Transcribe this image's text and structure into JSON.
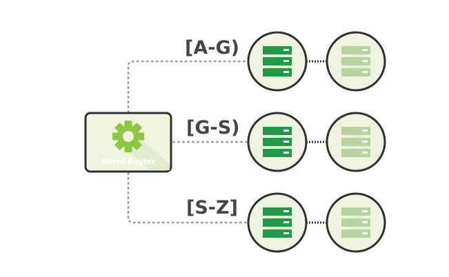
{
  "router": {
    "label": "Shard Router",
    "icon": "gear-icon"
  },
  "shards": [
    {
      "range": "[A-G)",
      "primary_icon": "server-icon",
      "replica_icon": "server-icon"
    },
    {
      "range": "[G-S)",
      "primary_icon": "server-icon",
      "replica_icon": "server-icon"
    },
    {
      "range": "[S-Z]",
      "primary_icon": "server-icon",
      "replica_icon": "server-icon"
    }
  ],
  "colors": {
    "accent_green": "#8dc63f",
    "server_green": "#1e9a48",
    "replica_green": "#b7d39f",
    "node_fill": "#eef4e0",
    "outline": "#2e3032",
    "connector": "#a0a0a0",
    "label_text": "#454545"
  }
}
